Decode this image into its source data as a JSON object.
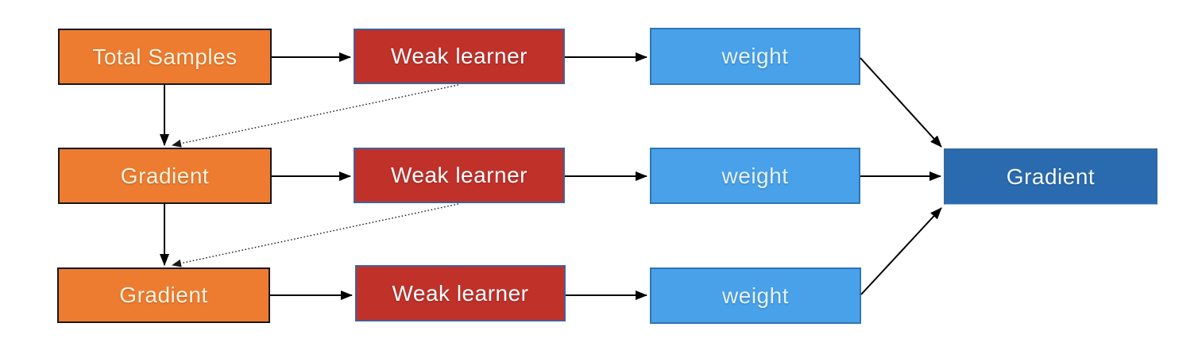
{
  "diagram": {
    "type": "flowchart",
    "topic": "gradient-boosting-process",
    "background": "#ffffff",
    "nodes": [
      {
        "id": "total-samples",
        "label": "Total Samples",
        "shape": "rect",
        "color": "orange",
        "row": 1,
        "column": 1
      },
      {
        "id": "weak-learner-1",
        "label": "Weak learner",
        "shape": "rect",
        "color": "red",
        "row": 1,
        "column": 2
      },
      {
        "id": "weight-1",
        "label": "weight",
        "shape": "rect",
        "color": "light-blue",
        "row": 1,
        "column": 3
      },
      {
        "id": "gradient-1",
        "label": "Gradient",
        "shape": "rect",
        "color": "orange",
        "row": 2,
        "column": 1
      },
      {
        "id": "weak-learner-2",
        "label": "Weak learner",
        "shape": "rect",
        "color": "red",
        "row": 2,
        "column": 2
      },
      {
        "id": "weight-2",
        "label": "weight",
        "shape": "rect",
        "color": "light-blue",
        "row": 2,
        "column": 3
      },
      {
        "id": "gradient-2",
        "label": "Gradient",
        "shape": "rect",
        "color": "orange",
        "row": 3,
        "column": 1
      },
      {
        "id": "weak-learner-3",
        "label": "Weak learner",
        "shape": "rect",
        "color": "red",
        "row": 3,
        "column": 2
      },
      {
        "id": "weight-3",
        "label": "weight",
        "shape": "rect",
        "color": "light-blue",
        "row": 3,
        "column": 3
      },
      {
        "id": "gradient-final",
        "label": "Gradient",
        "shape": "rect",
        "color": "dark-blue",
        "row": 2,
        "column": 4
      }
    ],
    "edges": [
      {
        "from": "total-samples",
        "to": "weak-learner-1",
        "style": "solid",
        "direction": "right"
      },
      {
        "from": "weak-learner-1",
        "to": "weight-1",
        "style": "solid",
        "direction": "right"
      },
      {
        "from": "total-samples",
        "to": "gradient-1",
        "style": "solid",
        "direction": "down"
      },
      {
        "from": "weak-learner-1",
        "to": "gradient-1",
        "style": "dotted",
        "direction": "down-left"
      },
      {
        "from": "gradient-1",
        "to": "weak-learner-2",
        "style": "solid",
        "direction": "right"
      },
      {
        "from": "weak-learner-2",
        "to": "weight-2",
        "style": "solid",
        "direction": "right"
      },
      {
        "from": "gradient-1",
        "to": "gradient-2",
        "style": "solid",
        "direction": "down"
      },
      {
        "from": "weak-learner-2",
        "to": "gradient-2",
        "style": "dotted",
        "direction": "down-left"
      },
      {
        "from": "gradient-2",
        "to": "weak-learner-3",
        "style": "solid",
        "direction": "right"
      },
      {
        "from": "weak-learner-3",
        "to": "weight-3",
        "style": "solid",
        "direction": "right"
      },
      {
        "from": "weight-1",
        "to": "gradient-final",
        "style": "solid",
        "direction": "down-right"
      },
      {
        "from": "weight-2",
        "to": "gradient-final",
        "style": "solid",
        "direction": "right"
      },
      {
        "from": "weight-3",
        "to": "gradient-final",
        "style": "solid",
        "direction": "up-right"
      }
    ],
    "colors": {
      "orange_fill": "#ED7C31",
      "orange_border": "#171717",
      "orange_text": "#FBF3DC",
      "red_fill": "#C0312A",
      "red_border": "#41629B",
      "red_text": "#FFFFFF",
      "light_blue_fill": "#49A1E9",
      "light_blue_border": "#2E75B6",
      "light_blue_text": "#E4F3FD",
      "dark_blue_fill": "#2A6BAF",
      "dark_blue_text": "#F4F8FC",
      "arrow": "#000000"
    }
  }
}
